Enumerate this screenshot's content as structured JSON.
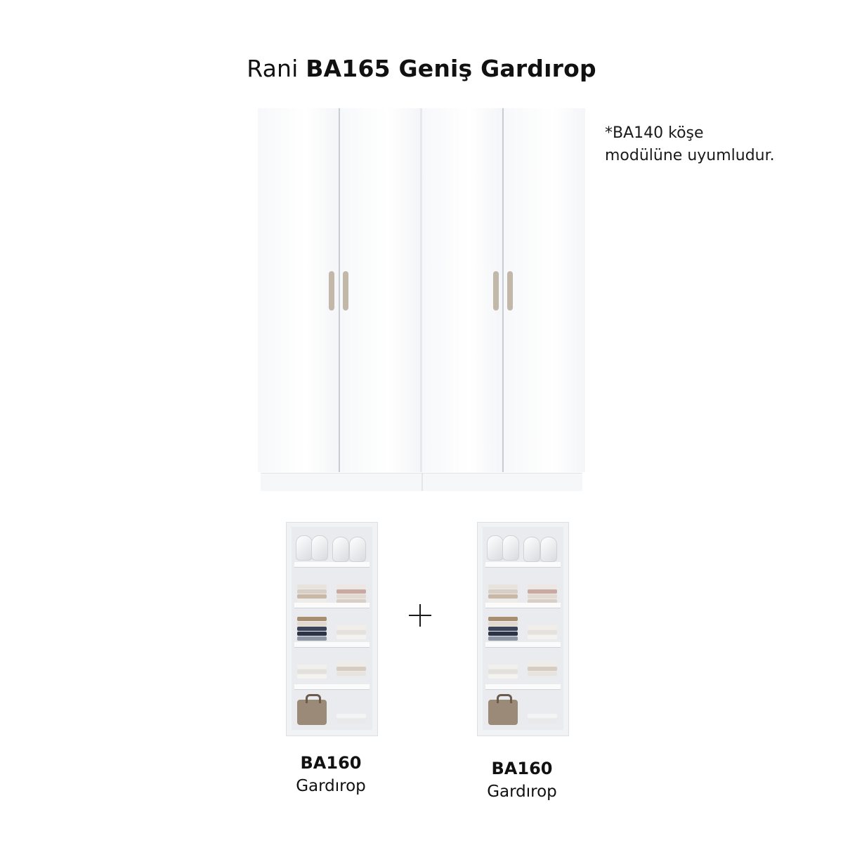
{
  "header": {
    "title_prefix": "Rani",
    "title_main": "BA165 Geniş Gardırop"
  },
  "note": {
    "line1": "*BA140 köşe",
    "line2": "modülüne uyumludur."
  },
  "modules": [
    {
      "code": "BA160",
      "name": "Gardırop"
    },
    {
      "code": "BA160",
      "name": "Gardırop"
    }
  ],
  "colors": {
    "handle": "#c2b8aa",
    "bag": "#9b8a78"
  }
}
